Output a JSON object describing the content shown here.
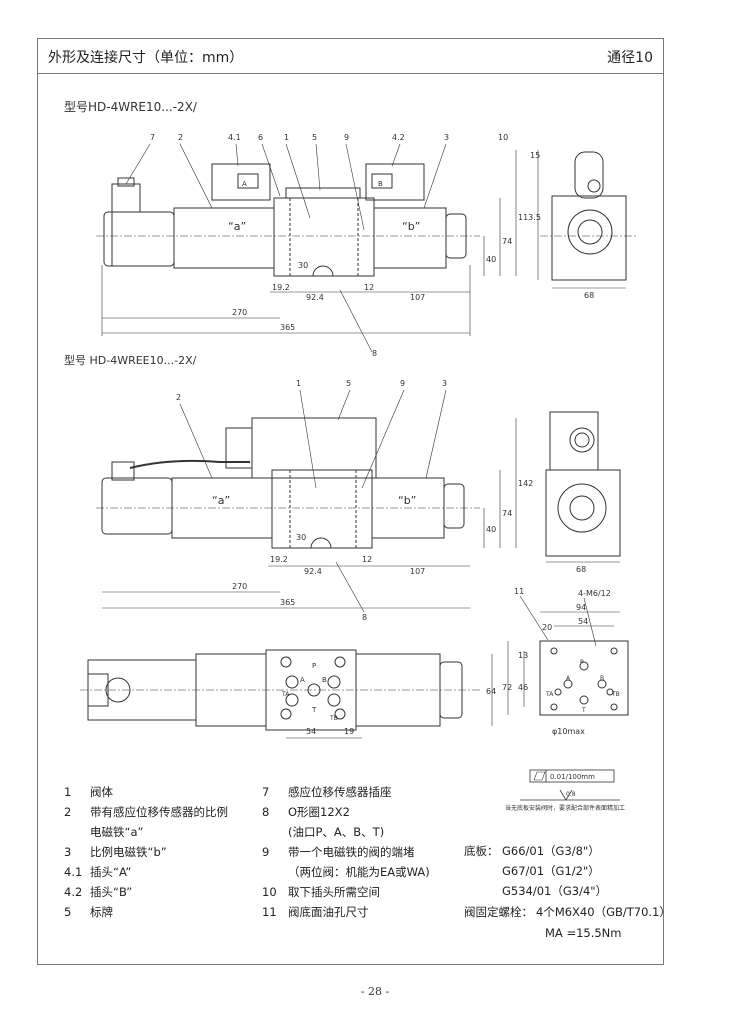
{
  "header": {
    "title": "外形及连接尺寸（单位：mm）",
    "bore": "通径10"
  },
  "models": {
    "top": "型号HD-4WRE10...-2X/",
    "middle": "型号 HD-4WREE10...-2X/"
  },
  "drawing": {
    "top_callouts": [
      "7",
      "2",
      "4.1",
      "6",
      "1",
      "5",
      "9",
      "4.2",
      "3",
      "10"
    ],
    "top_labels": {
      "a": "“a”",
      "b": "“b”",
      "conn_a": "A",
      "conn_b": "B"
    },
    "top_dims": [
      "19.2",
      "92.4",
      "12",
      "107",
      "270",
      "365",
      "30",
      "40",
      "74",
      "113.5",
      "15",
      "68",
      "8"
    ],
    "mid_callouts": [
      "1",
      "5",
      "9",
      "3",
      "2"
    ],
    "mid_labels": {
      "a": "“a”",
      "b": "“b”"
    },
    "mid_dims": [
      "19.2",
      "92.4",
      "12",
      "107",
      "270",
      "365",
      "30",
      "40",
      "74",
      "142",
      "68",
      "8"
    ],
    "plan_labels": [
      "P",
      "A",
      "B",
      "T",
      "TA",
      "TB"
    ],
    "plan_dims": [
      "54",
      "19",
      "64"
    ],
    "base_callouts": [
      "11"
    ],
    "base_dims": [
      "4-M6/12",
      "94",
      "54",
      "20",
      "13",
      "46",
      "72",
      "φ10max"
    ],
    "base_ports": [
      "P",
      "A",
      "B",
      "T",
      "TA",
      "TB"
    ]
  },
  "legend_left": [
    {
      "num": "1",
      "text": "阀体"
    },
    {
      "num": "2",
      "text": "带有感应位移传感器的比例"
    },
    {
      "num": "",
      "text": "电磁铁“a”"
    },
    {
      "num": "3",
      "text": "比例电磁铁“b”"
    },
    {
      "num": "4.1",
      "text": "插头“A”"
    },
    {
      "num": "4.2",
      "text": "插头“B”"
    },
    {
      "num": "5",
      "text": "标牌"
    }
  ],
  "legend_right": [
    {
      "num": "7",
      "text": "感应位移传感器插座"
    },
    {
      "num": "8",
      "text": "O形圈12X2"
    },
    {
      "num": "",
      "text": "(油口P、A、B、T)"
    },
    {
      "num": "9",
      "text": "带一个电磁铁的阀的端堵"
    },
    {
      "num": "",
      "text": "（两位阀：机能为EA或WA)"
    },
    {
      "num": "10",
      "text": "取下插头所需空间"
    },
    {
      "num": "11",
      "text": "阀底面油孔尺寸"
    }
  ],
  "tolerance": {
    "value": "0.01/100mm",
    "ra": "0.8",
    "note": "当无底板安装阀时，要求配合部件表面精加工"
  },
  "subplate": {
    "label": "底板：",
    "items": [
      "G66/01（G3/8\"）",
      "G67/01（G1/2\"）",
      "G534/01（G3/4\"）"
    ],
    "bolt_label": "阀固定螺栓：",
    "bolt": "4个M6X40（GB/T70.1）",
    "torque": "MA =15.5Nm"
  },
  "page_number": "- 28 -"
}
